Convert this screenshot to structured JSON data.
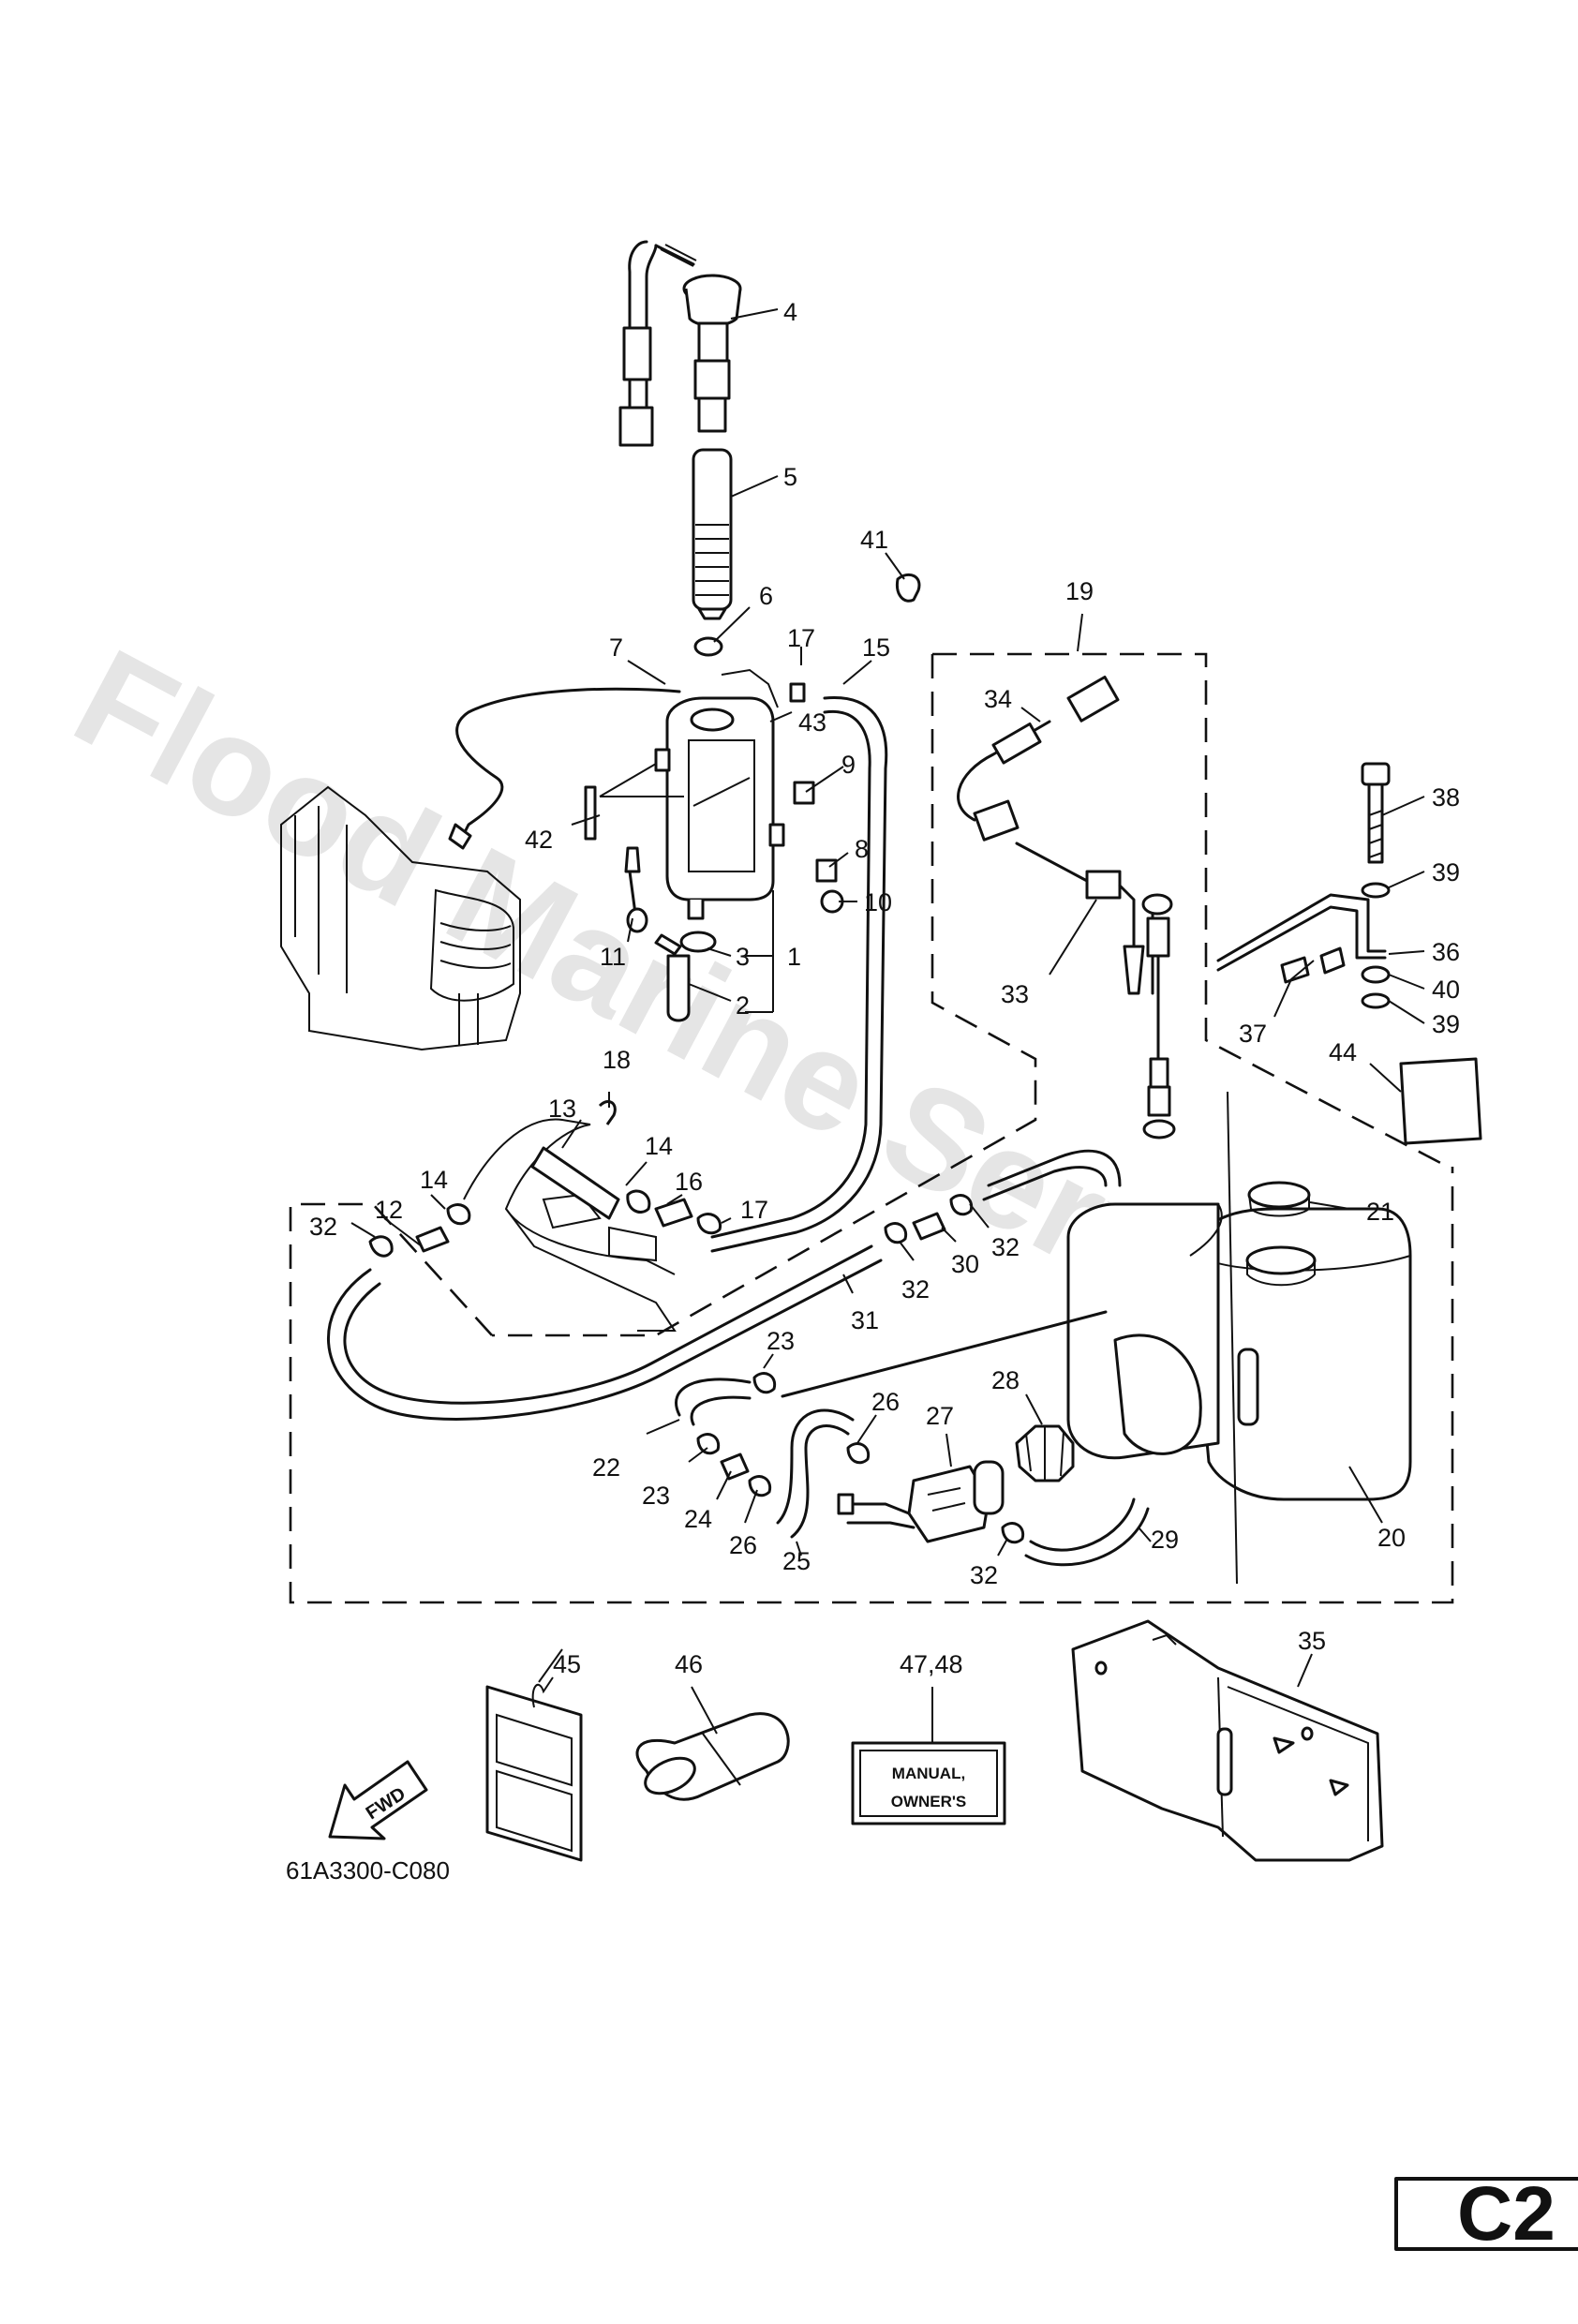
{
  "watermark": "Flood Marine Services",
  "drawing_code": "61A3300-C080",
  "page_id": "C2",
  "fwd_label": "FWD",
  "plate_text": {
    "line1": "MANUAL,",
    "line2": "OWNER'S"
  },
  "callouts": {
    "c1": "1",
    "c2": "2",
    "c3": "3",
    "c4": "4",
    "c5": "5",
    "c6": "6",
    "c7": "7",
    "c8": "8",
    "c9": "9",
    "c10": "10",
    "c11": "11",
    "c12": "12",
    "c13": "13",
    "c14a": "14",
    "c14b": "14",
    "c15": "15",
    "c16": "16",
    "c17a": "17",
    "c17b": "17",
    "c18": "18",
    "c19": "19",
    "c20": "20",
    "c21": "21",
    "c22": "22",
    "c23a": "23",
    "c23b": "23",
    "c24": "24",
    "c25": "25",
    "c26a": "26",
    "c26b": "26",
    "c27": "27",
    "c28": "28",
    "c29": "29",
    "c30": "30",
    "c31": "31",
    "c32a": "32",
    "c32b": "32",
    "c32c": "32",
    "c32d": "32",
    "c33": "33",
    "c34": "34",
    "c35": "35",
    "c36": "36",
    "c37": "37",
    "c38": "38",
    "c39a": "39",
    "c39b": "39",
    "c40": "40",
    "c41": "41",
    "c42": "42",
    "c43": "43",
    "c44": "44",
    "c45": "45",
    "c46": "46",
    "c4748": "47,48"
  }
}
